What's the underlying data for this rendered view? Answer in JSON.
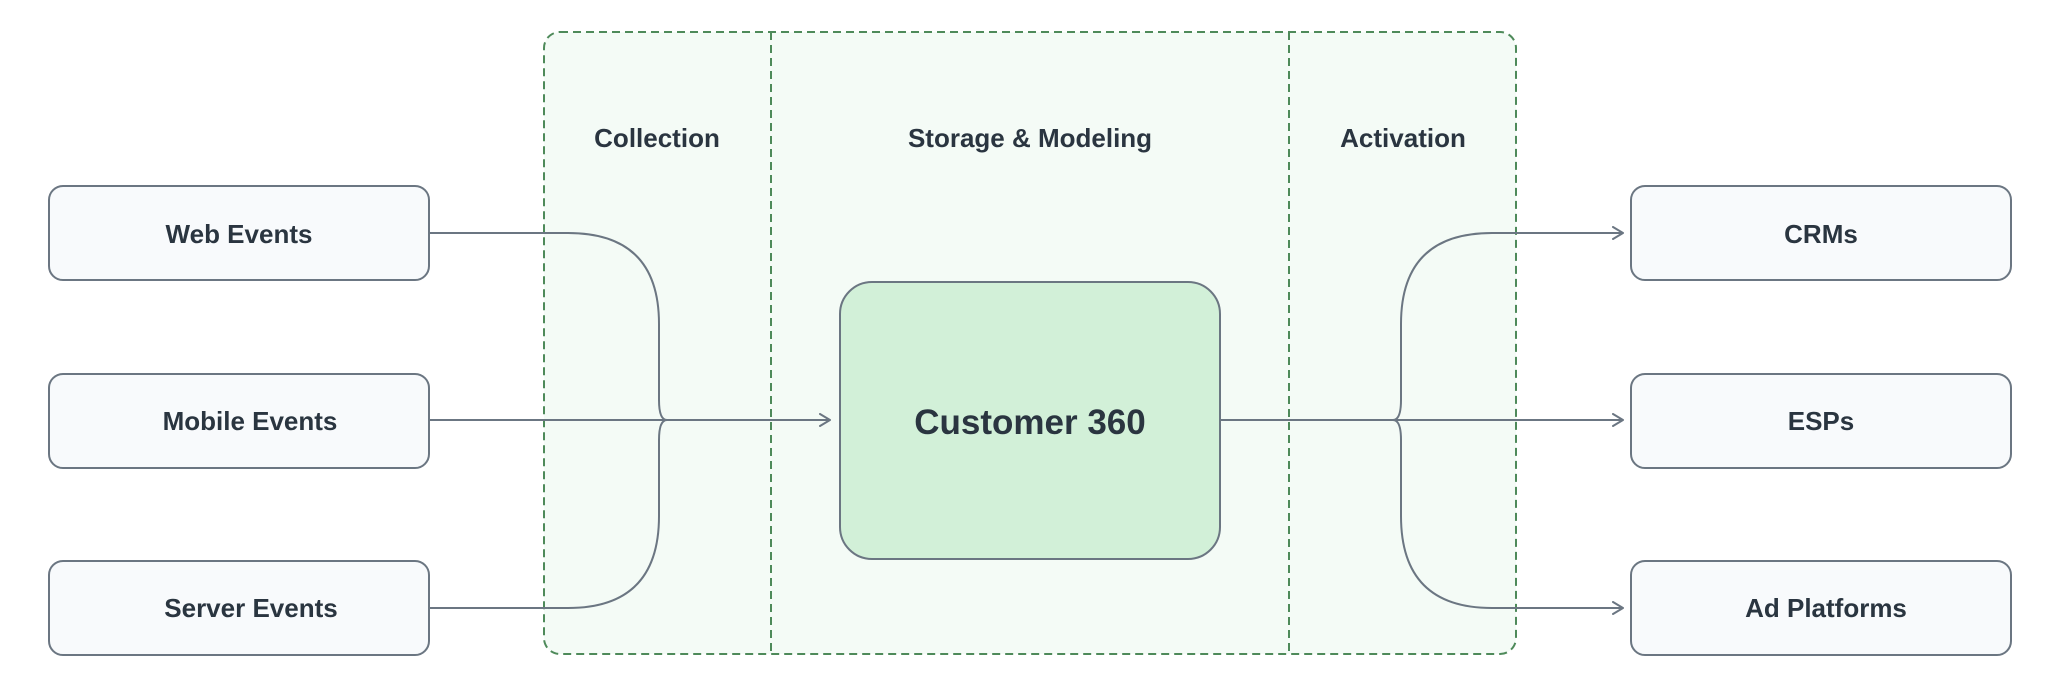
{
  "stages": {
    "collection": "Collection",
    "storage": "Storage & Modeling",
    "activation": "Activation"
  },
  "sources": [
    "Web Events",
    "Mobile Events",
    "Server Events"
  ],
  "hub": "Customer 360",
  "destinations": [
    "CRMs",
    "ESPs",
    "Ad Platforms"
  ],
  "colors": {
    "panel_border": "#4e8a5a",
    "panel_fill": "#f4fbf6",
    "hub_fill": "#d2f0d8",
    "node_fill": "#f8fafc",
    "node_border": "#6b7682",
    "connector": "#6b7682",
    "text": "#2a3540"
  }
}
